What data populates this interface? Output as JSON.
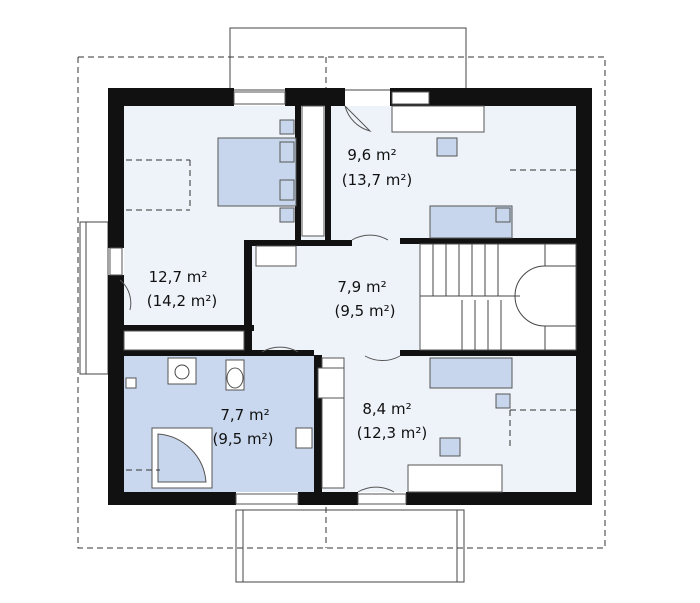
{
  "rooms": [
    {
      "id": "bedroom-left",
      "area": "12,7 m²",
      "area_gross": "(14,2 m²)"
    },
    {
      "id": "bedroom-top-right",
      "area": "9,6 m²",
      "area_gross": "(13,7 m²)"
    },
    {
      "id": "hall",
      "area": "7,9 m²",
      "area_gross": "(9,5 m²)"
    },
    {
      "id": "bathroom",
      "area": "7,7 m²",
      "area_gross": "(9,5 m²)"
    },
    {
      "id": "bedroom-bottom-right",
      "area": "8,4 m²",
      "area_gross": "(12,3 m²)"
    }
  ],
  "colors": {
    "wall": "#111111",
    "floor": "#eef3fa",
    "bathroom_floor": "#c9d8ee",
    "furniture": "#c7d6ec"
  },
  "note": ""
}
